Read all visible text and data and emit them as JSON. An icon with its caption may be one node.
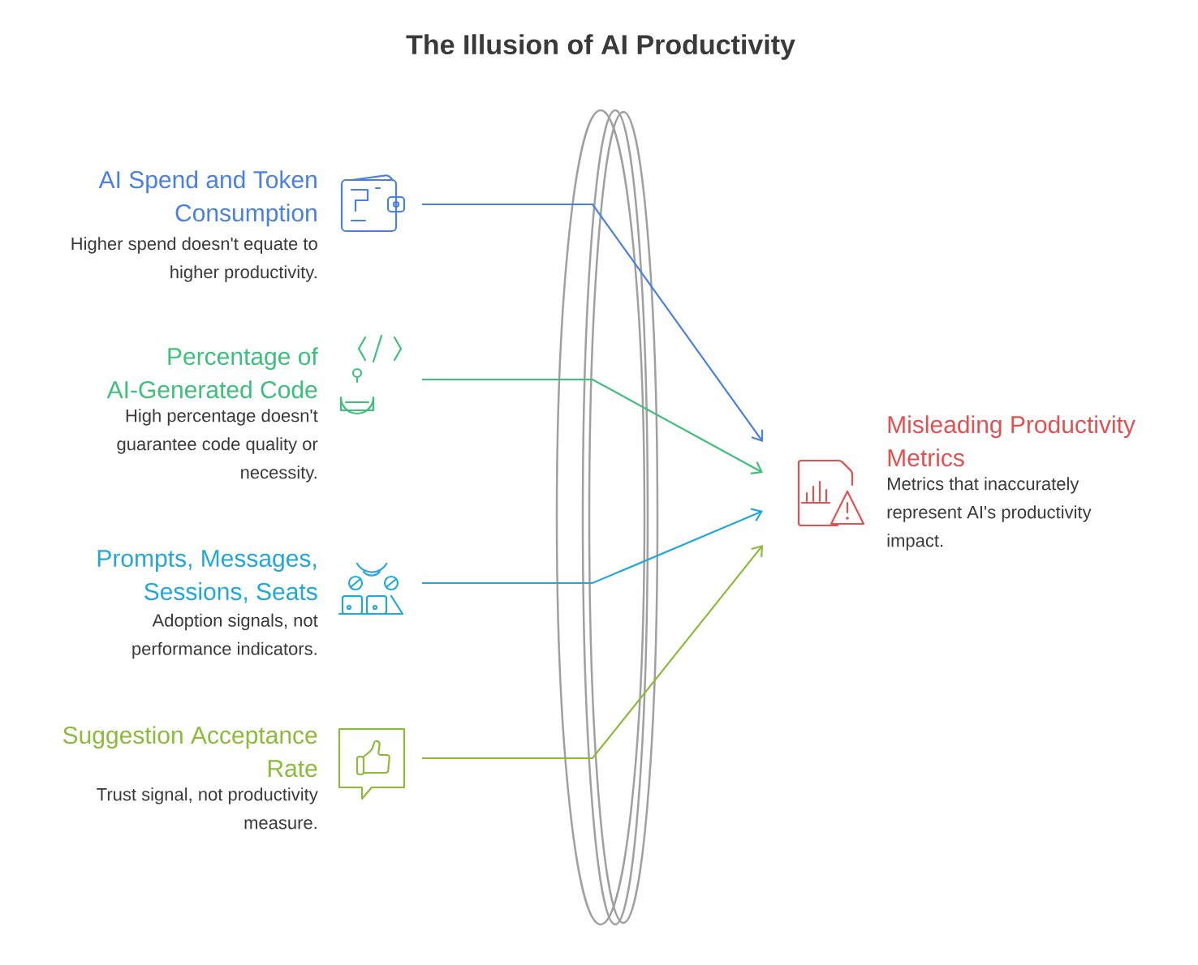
{
  "diagram": {
    "title": "The Illusion of AI Productivity",
    "nodes": [
      {
        "text": [
          "AI Spend and Token Consumption",
          "Higher spend doesn't equate to higher productivity."
        ]
      },
      {
        "text": [
          "Percentage of AI-Generated Code",
          "High percentage doesn't guarantee code quality or necessity."
        ]
      },
      {
        "text": [
          "Prompts, Messages, Sessions, Seats",
          "Adoption signals, not performance indicators."
        ]
      },
      {
        "text": [
          "Suggestion Acceptance Rate",
          "Trust signal, not productivity measure."
        ]
      },
      {
        "text": [
          "Misleading Productivity Metrics",
          "Metrics that inaccurately represent AI's productivity impact."
        ]
      }
    ],
    "edges": [
      {
        "from": 0,
        "to": 4,
        "arrow": "to",
        "color": "#4a80e0"
      },
      {
        "from": 1,
        "to": 4,
        "arrow": "to",
        "color": "#3cc07a"
      },
      {
        "from": 2,
        "to": 4,
        "arrow": "to",
        "color": "#22a8d8"
      },
      {
        "from": 3,
        "to": 4,
        "arrow": "to",
        "color": "#8cbb3a"
      }
    ]
  }
}
